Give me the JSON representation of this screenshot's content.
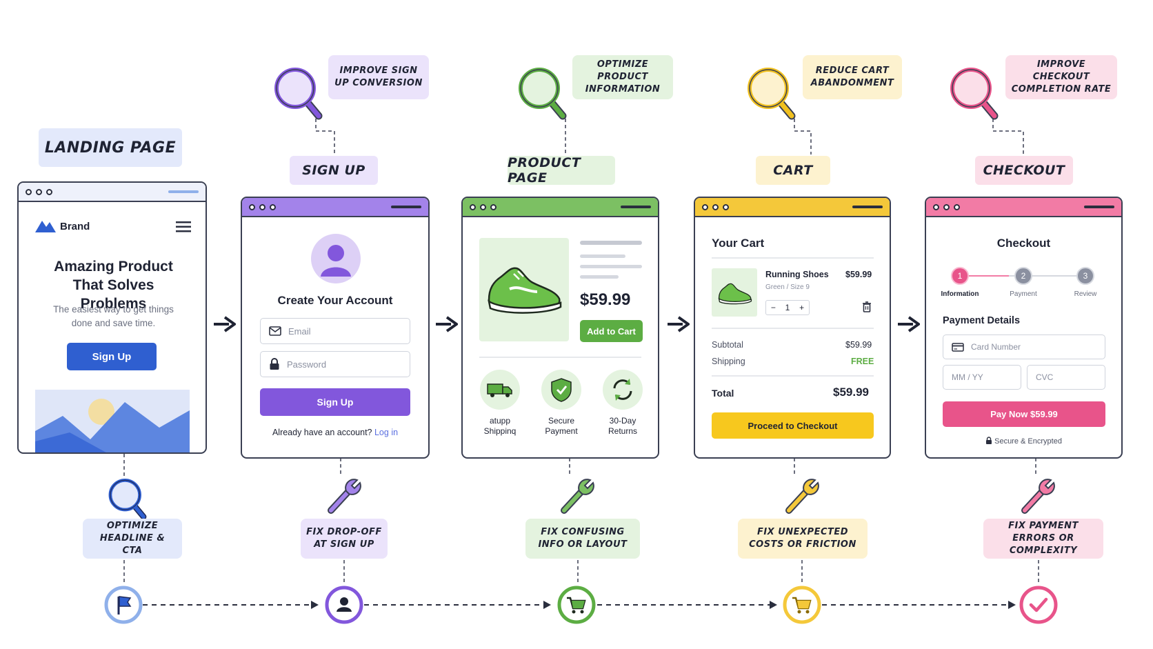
{
  "stages": [
    {
      "label": "LANDING PAGE",
      "color": "#2f5fd0",
      "light": "#e3e9fb"
    },
    {
      "label": "SIGN UP",
      "color": "#8257dc",
      "light": "#ebe3fb"
    },
    {
      "label": "PRODUCT PAGE",
      "color": "#5cad43",
      "light": "#e4f3df"
    },
    {
      "label": "CART",
      "color": "#f0c020",
      "light": "#fdf2cf"
    },
    {
      "label": "CHECKOUT",
      "color": "#e8548a",
      "light": "#fbdfe9"
    }
  ],
  "goals": [
    "IMPROVE SIGN UP CONVERSION",
    "OPTIMIZE PRODUCT INFORMATION",
    "REDUCE CART ABANDONMENT",
    "IMPROVE CHECKOUT COMPLETION RATE"
  ],
  "fixes": [
    "OPTIMIZE HEADLINE & CTA",
    "FIX DROP-OFF AT SIGN UP",
    "FIX CONFUSING INFO OR LAYOUT",
    "FIX UNEXPECTED COSTS OR FRICTION",
    "FIX PAYMENT ERRORS OR COMPLEXITY"
  ],
  "landing": {
    "brand": "Brand",
    "headline": "Amazing Product That Solves Problems",
    "subtext": "The easiest way to get things done and save time.",
    "cta": "Sign Up"
  },
  "signup": {
    "title": "Create Your Account",
    "email_placeholder": "Email",
    "password_placeholder": "Password",
    "button": "Sign Up",
    "footer_text": "Already have an account?",
    "footer_link": "Log in"
  },
  "product": {
    "price": "$59.99",
    "button": "Add to Cart",
    "features": [
      "atupp Shippinq",
      "Secure Payment",
      "30-Day Returns"
    ]
  },
  "cart": {
    "title": "Your Cart",
    "item_name": "Running Shoes",
    "item_variant": "Green / Size 9",
    "item_price": "$59.99",
    "quantity": "1",
    "subtotal_label": "Subtotal",
    "subtotal_value": "$59.99",
    "shipping_label": "Shipping",
    "shipping_value": "FREE",
    "total_label": "Total",
    "total_value": "$59.99",
    "button": "Proceed to Checkout"
  },
  "checkout": {
    "title": "Checkout",
    "steps": [
      {
        "num": "1",
        "label": "Information"
      },
      {
        "num": "2",
        "label": "Payment"
      },
      {
        "num": "3",
        "label": "Review"
      }
    ],
    "section": "Payment Details",
    "card_placeholder": "Card Number",
    "expiry_placeholder": "MM / YY",
    "cvc_placeholder": "CVC",
    "button": "Pay Now $59.99",
    "secure_note": "Secure & Encrypted"
  },
  "icons": {
    "goal": "magnifier-icon",
    "fix": "wrench-icon",
    "milestones": [
      "flag-icon",
      "user-icon",
      "cart-icon",
      "cart-icon",
      "check-icon"
    ]
  }
}
